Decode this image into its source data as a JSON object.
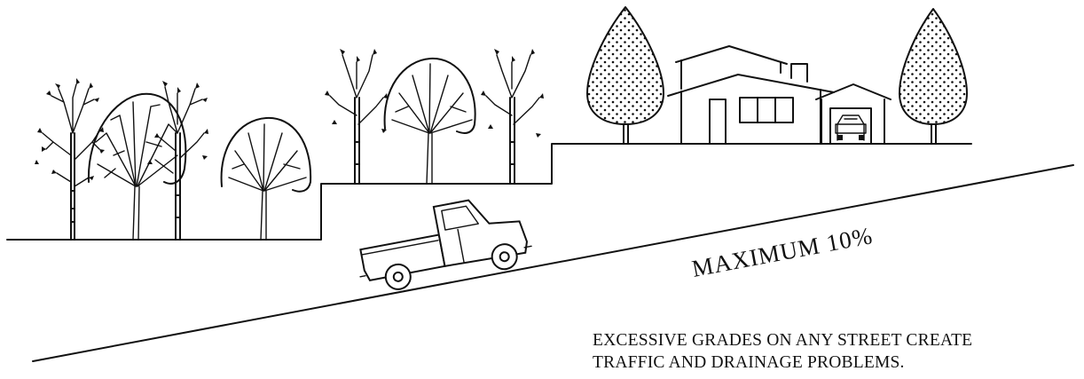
{
  "illustration": {
    "grade_label": "MAXIMUM  10%",
    "caption": {
      "line1": "EXCESSIVE GRADES ON ANY STREET CREATE",
      "line2": "TRAFFIC AND DRAINAGE PROBLEMS."
    }
  },
  "colors": {
    "ink": "#111111",
    "background": "#ffffff"
  }
}
